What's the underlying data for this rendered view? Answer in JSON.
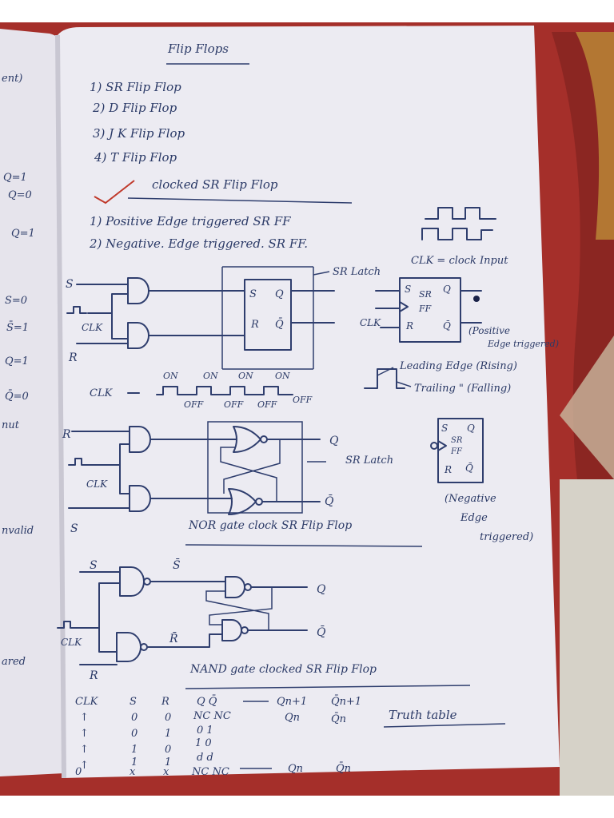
{
  "page": {
    "title": "Flip Flops",
    "list": [
      "1) SR Flip Flop",
      "2) D Flip Flop",
      "3) J K Flip Flop",
      "4) T Flip Flop"
    ],
    "section_heading": "clocked SR Flip Flop",
    "types": [
      "1) Positive Edge triggered SR FF",
      "2) Negative. Edge triggered. SR FF."
    ]
  },
  "diagram1": {
    "in_s": "S",
    "in_clk": "CLK",
    "in_r": "R",
    "latch_s": "S",
    "latch_q": "Q",
    "latch_r": "R",
    "latch_qbar": "Q̄",
    "sr_latch_label": "SR Latch",
    "clk_note": "CLK = clock Input"
  },
  "clock_line": {
    "label": "CLK",
    "on": "ON",
    "off": "OFF"
  },
  "symbol_pos": {
    "s": "S",
    "sr": "SR",
    "ff": "FF",
    "clk": "CLK",
    "r": "R",
    "q": "Q",
    "qbar": "Q̄",
    "note_line1": "(Positive",
    "note_line2": "Edge triggered)"
  },
  "edges": {
    "leading": "Leading Edge (Rising)",
    "trailing": "Trailing \" (Falling)"
  },
  "diagram2": {
    "in_r": "R",
    "in_clk": "CLK",
    "in_s": "S",
    "q": "Q",
    "qbar": "Q̄",
    "sr_latch_label": "SR Latch",
    "caption": "NOR gate clock SR Flip Flop"
  },
  "symbol_neg": {
    "s": "S",
    "q": "Q",
    "sr": "SR",
    "ff": "FF",
    "r": "R",
    "qbar": "Q̄",
    "note_line1": "(Negative",
    "note_line2": "Edge",
    "note_line3": "triggered)"
  },
  "diagram3": {
    "in_s": "S",
    "s_bar": "S̄",
    "in_clk": "CLK",
    "in_r": "R",
    "r_bar": "R̄",
    "q": "Q",
    "qbar": "Q̄",
    "caption": "NAND gate clocked SR Flip Flop"
  },
  "truth_table": {
    "headers": [
      "CLK",
      "S",
      "R",
      "Q Q̄",
      "Qn+1",
      "Q̄n+1"
    ],
    "rows": [
      [
        "↑",
        "0",
        "0",
        "NC NC",
        "Qn",
        "Q̄n"
      ],
      [
        "↑",
        "0",
        "1",
        "0 1",
        "",
        ""
      ],
      [
        "↑",
        "1",
        "0",
        "1 0",
        "",
        ""
      ],
      [
        "↑",
        "1",
        "1",
        "d d",
        "",
        ""
      ],
      [
        "0",
        "x",
        "x",
        "NC NC",
        "Qn",
        "Q̄n"
      ]
    ],
    "label": "Truth table"
  },
  "left_page_margin": [
    "ent)",
    "Q=1",
    "Q=0",
    "Q=1",
    "S=0",
    "S̄=1",
    "Q=1",
    "Q̄=0",
    "nut",
    "nvalid",
    "ared"
  ],
  "colors": {
    "ink": "#2f3e6e",
    "paper": "#ecebf2",
    "cloth": "#b32f2a",
    "tick": "#c0392b"
  }
}
